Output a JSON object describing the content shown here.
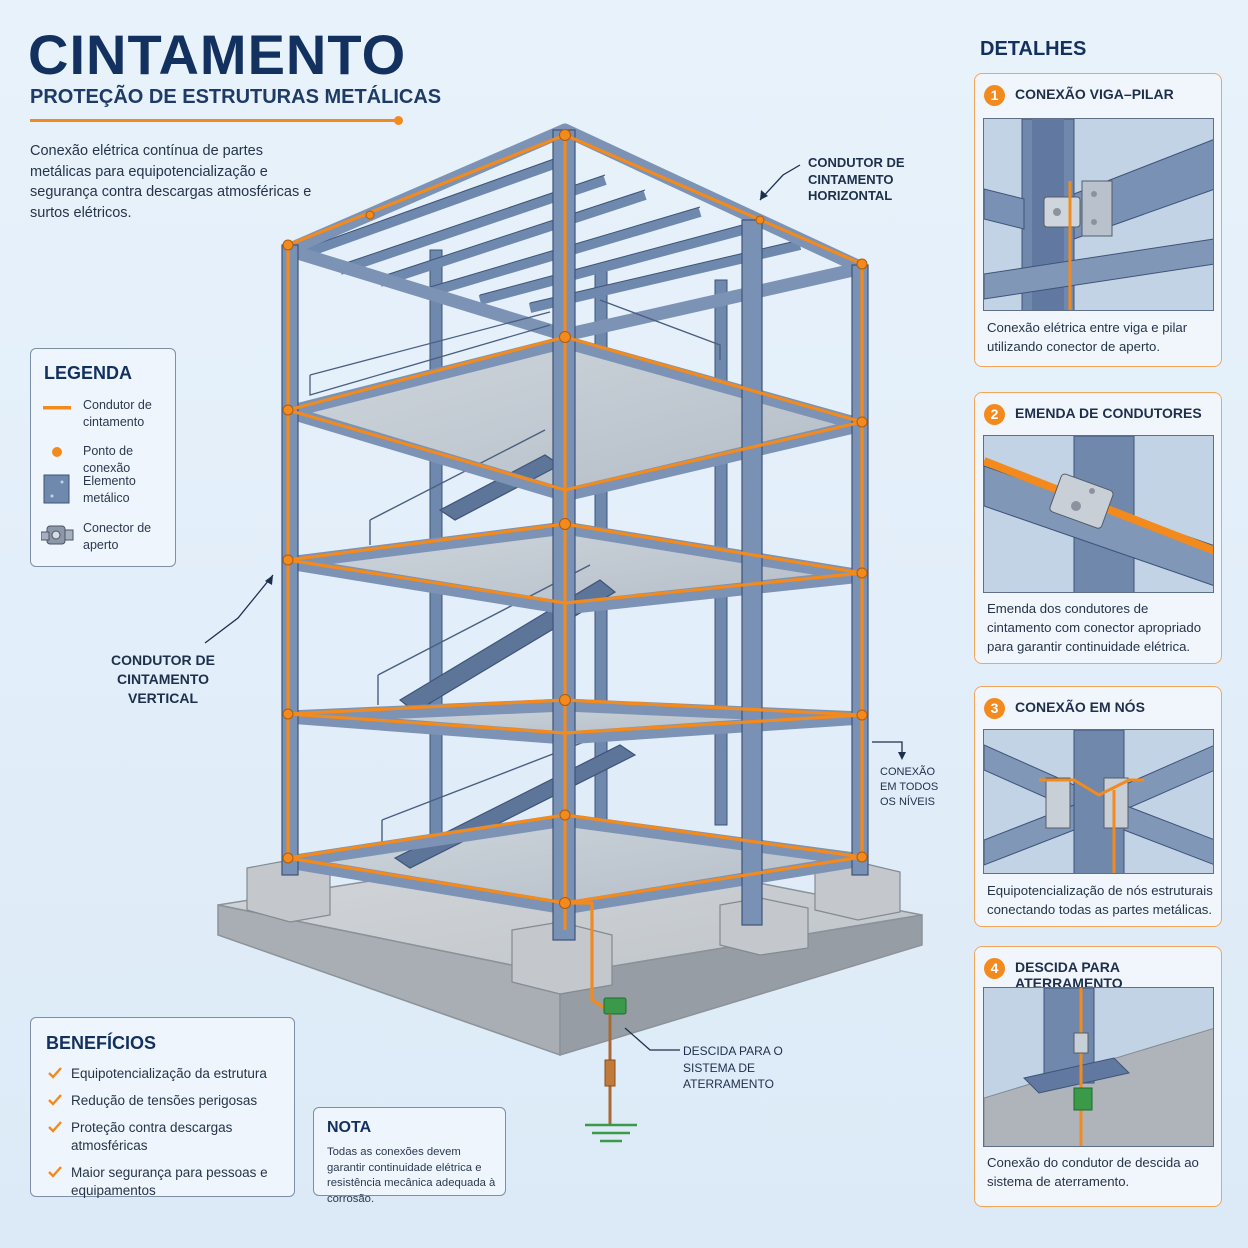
{
  "header": {
    "title": "CINTAMENTO",
    "subtitle": "PROTEÇÃO DE ESTRUTURAS METÁLICAS",
    "intro": "Conexão elétrica contínua de partes metálicas para equipotencialização e segurança contra descargas atmosféricas e surtos elétricos."
  },
  "legend": {
    "title": "LEGENDA",
    "items": [
      {
        "label": "Condutor de cintamento"
      },
      {
        "label": "Ponto de conexão"
      },
      {
        "label": "Elemento metálico"
      },
      {
        "label": "Conector de aperto"
      }
    ]
  },
  "callouts": {
    "horizontal": "CONDUTOR DE CINTAMENTO HORIZONTAL",
    "vertical": "CONDUTOR DE CINTAMENTO VERTICAL",
    "levels": "CONEXÃO EM TODOS OS NÍVEIS",
    "ground": "DESCIDA PARA O SISTEMA DE ATERRAMENTO"
  },
  "benefits": {
    "title": "BENEFÍCIOS",
    "items": [
      "Equipotencialização da estrutura",
      "Redução de tensões perigosas",
      "Proteção contra descargas atmosféricas",
      "Maior segurança para pessoas e equipamentos"
    ]
  },
  "note": {
    "title": "NOTA",
    "text": "Todas as conexões devem garantir continuidade elétrica e resistência mecânica adequada à corrosão."
  },
  "details": {
    "title": "DETALHES",
    "items": [
      {
        "number": "1",
        "heading": "CONEXÃO VIGA–PILAR",
        "caption": "Conexão elétrica entre viga e pilar utilizando conector de aperto."
      },
      {
        "number": "2",
        "heading": "EMENDA DE CONDUTORES",
        "caption": "Emenda dos condutores de cintamento com conector apropriado para garantir continuidade elétrica."
      },
      {
        "number": "3",
        "heading": "CONEXÃO EM NÓS",
        "caption": "Equipotencialização de nós estruturais conectando todas as partes metálicas."
      },
      {
        "number": "4",
        "heading": "DESCIDA PARA ATERRAMENTO",
        "caption": "Conexão do condutor de descida ao sistema de aterramento."
      }
    ]
  },
  "colors": {
    "conductor": "#f28a1e",
    "steel": "#6f88ad",
    "title": "#13315f",
    "ground": "#3a9a4a"
  }
}
